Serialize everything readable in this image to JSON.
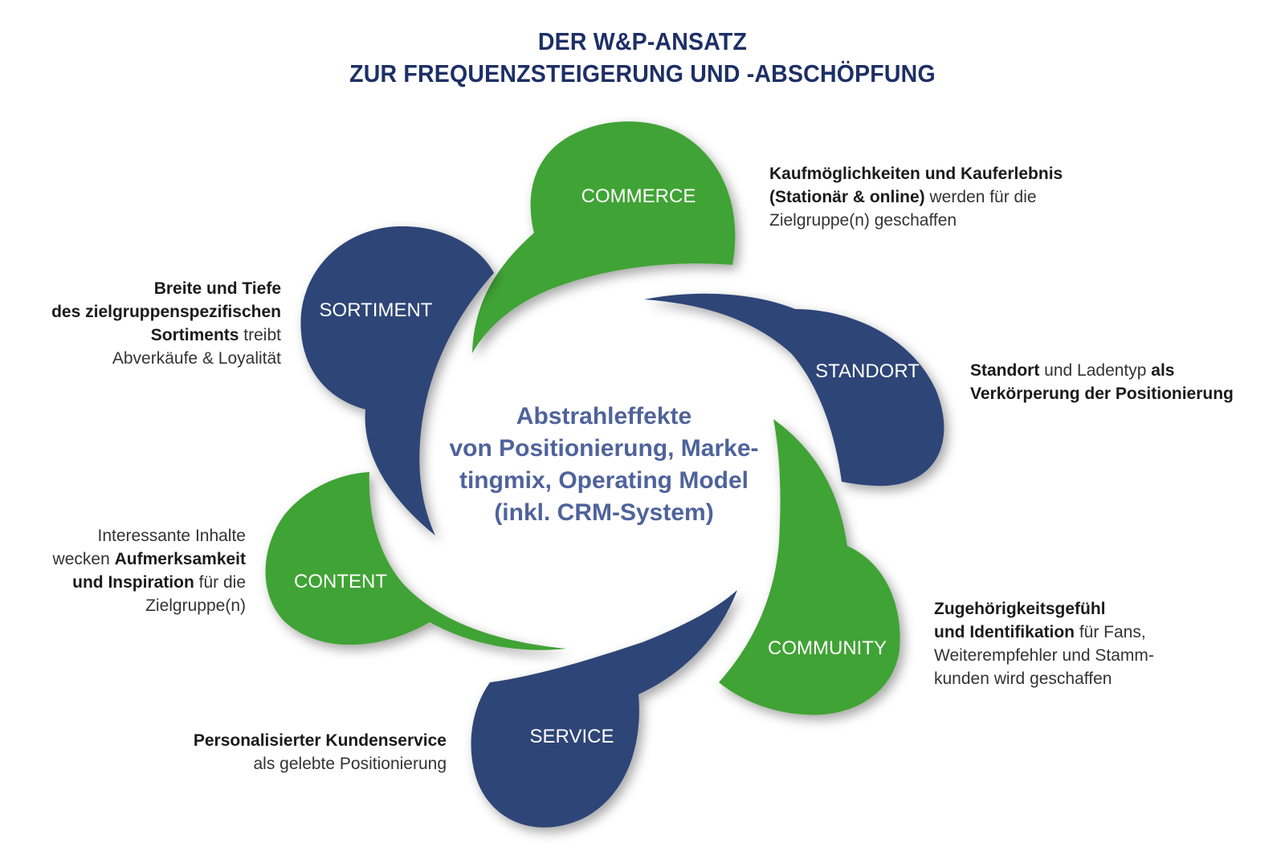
{
  "title": {
    "line1": "DER W&P-ANSATZ",
    "line2": "ZUR FREQUENZSTEIGERUNG UND -ABSCHÖPFUNG"
  },
  "center": {
    "lines": [
      "Abstrahleffekte",
      "von Positionierung, Marke-",
      "tingmix, Operating Model",
      "(inkl. CRM-System)"
    ]
  },
  "colors": {
    "navy": "#2f4577",
    "green": "#41a336",
    "title": "#1d2f66",
    "center_text": "#4f639b"
  },
  "bubbles": {
    "commerce": {
      "label": "COMMERCE",
      "color": "green"
    },
    "standort": {
      "label": "STANDORT",
      "color": "navy"
    },
    "community": {
      "label": "COMMUNITY",
      "color": "green"
    },
    "service": {
      "label": "SERVICE",
      "color": "navy"
    },
    "content": {
      "label": "CONTENT",
      "color": "green"
    },
    "sortiment": {
      "label": "SORTIMENT",
      "color": "navy"
    }
  },
  "descriptions": {
    "commerce": {
      "l1_bold": "Kaufmöglichkeiten und Kauferlebnis",
      "l2_bold": "(Stationär & online)",
      "l2_rest": " werden für die",
      "l3": "Zielgruppe(n) geschaffen"
    },
    "standort": {
      "l1_bold": "Standort",
      "l1_mid": " und Ladentyp ",
      "l1_bold2": "als",
      "l2_bold": "Verkörperung der Positionierung"
    },
    "community": {
      "l1_bold": "Zugehörigkeitsgefühl",
      "l2_bold": "und Identifikation",
      "l2_rest": " für Fans,",
      "l3": "Weiterempfehler und Stamm-",
      "l4": "kunden wird geschaffen"
    },
    "sortiment": {
      "l1_bold": "Breite und Tiefe",
      "l2_bold": "des zielgruppenspezifischen",
      "l3_bold": "Sortiments",
      "l3_rest": " treibt",
      "l4": "Abverkäufe & Loyalität"
    },
    "content": {
      "l1": "Interessante Inhalte",
      "l2_pre": "wecken ",
      "l2_bold": "Aufmerksamkeit",
      "l3_bold": "und Inspiration",
      "l3_rest": " für die",
      "l4": "Zielgruppe(n)"
    },
    "service": {
      "l1_bold": "Personalisierter Kundenservice",
      "l2": "als gelebte Positionierung"
    }
  }
}
